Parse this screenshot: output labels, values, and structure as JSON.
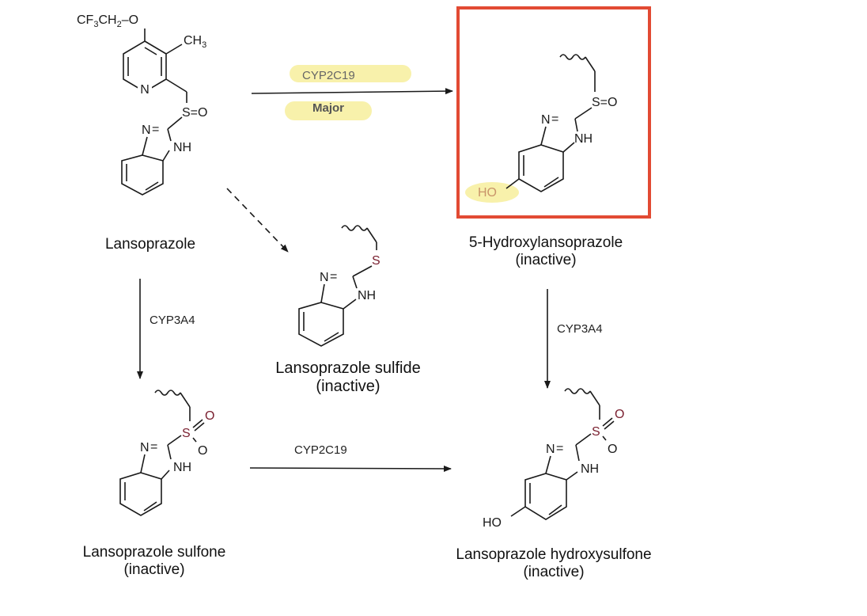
{
  "compounds": {
    "lansoprazole": {
      "name": "Lansoprazole"
    },
    "hydroxy": {
      "name": "5-Hydroxylansoprazole",
      "status": "(inactive)"
    },
    "sulfide": {
      "name": "Lansoprazole sulfide",
      "status": "(inactive)"
    },
    "sulfone": {
      "name": "Lansoprazole sulfone",
      "status": "(inactive)"
    },
    "hydroxysulfone": {
      "name": "Lansoprazole hydroxysulfone",
      "status": "(inactive)"
    }
  },
  "atoms": {
    "o_ether": "O",
    "cf3": "CF",
    "sub3": "3",
    "ch2": "CH",
    "sub2": "2",
    "dash": "–",
    "ch3": "CH",
    "sub3b": "3",
    "n_pyr": "N",
    "s": "S",
    "eq_o": "=O",
    "n": "N",
    "eq": "=",
    "nh": "NH",
    "ho": "HO",
    "o": "O"
  },
  "reactions": {
    "r1": {
      "enzyme": "CYP2C19",
      "note": "Major"
    },
    "r2": {
      "enzyme": "CYP3A4"
    },
    "r3": {
      "enzyme": "CYP3A4"
    },
    "r4": {
      "enzyme": "CYP2C19"
    }
  },
  "colors": {
    "highlight_box": "#e24a33",
    "highlighter": "#f5ec8f",
    "sulfur_oxygen": "#7a2030"
  }
}
